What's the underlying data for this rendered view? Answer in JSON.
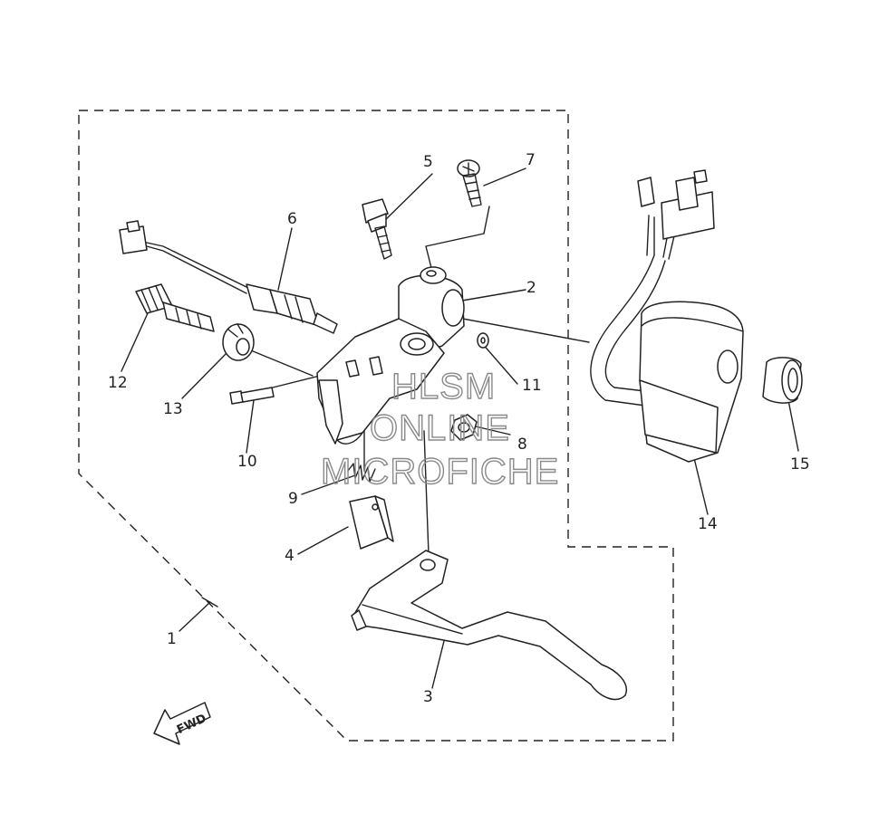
{
  "callouts": [
    "1",
    "2",
    "3",
    "4",
    "5",
    "6",
    "7",
    "8",
    "9",
    "10",
    "11",
    "12",
    "13",
    "14",
    "15"
  ],
  "watermark": {
    "line1": "HLSM",
    "line2": "ONLINE",
    "line3": "MICROFICHE"
  },
  "direction_label": "FWD",
  "colors": {
    "line": "#222222",
    "watermark": "#8a8a8a",
    "background": "#ffffff"
  }
}
